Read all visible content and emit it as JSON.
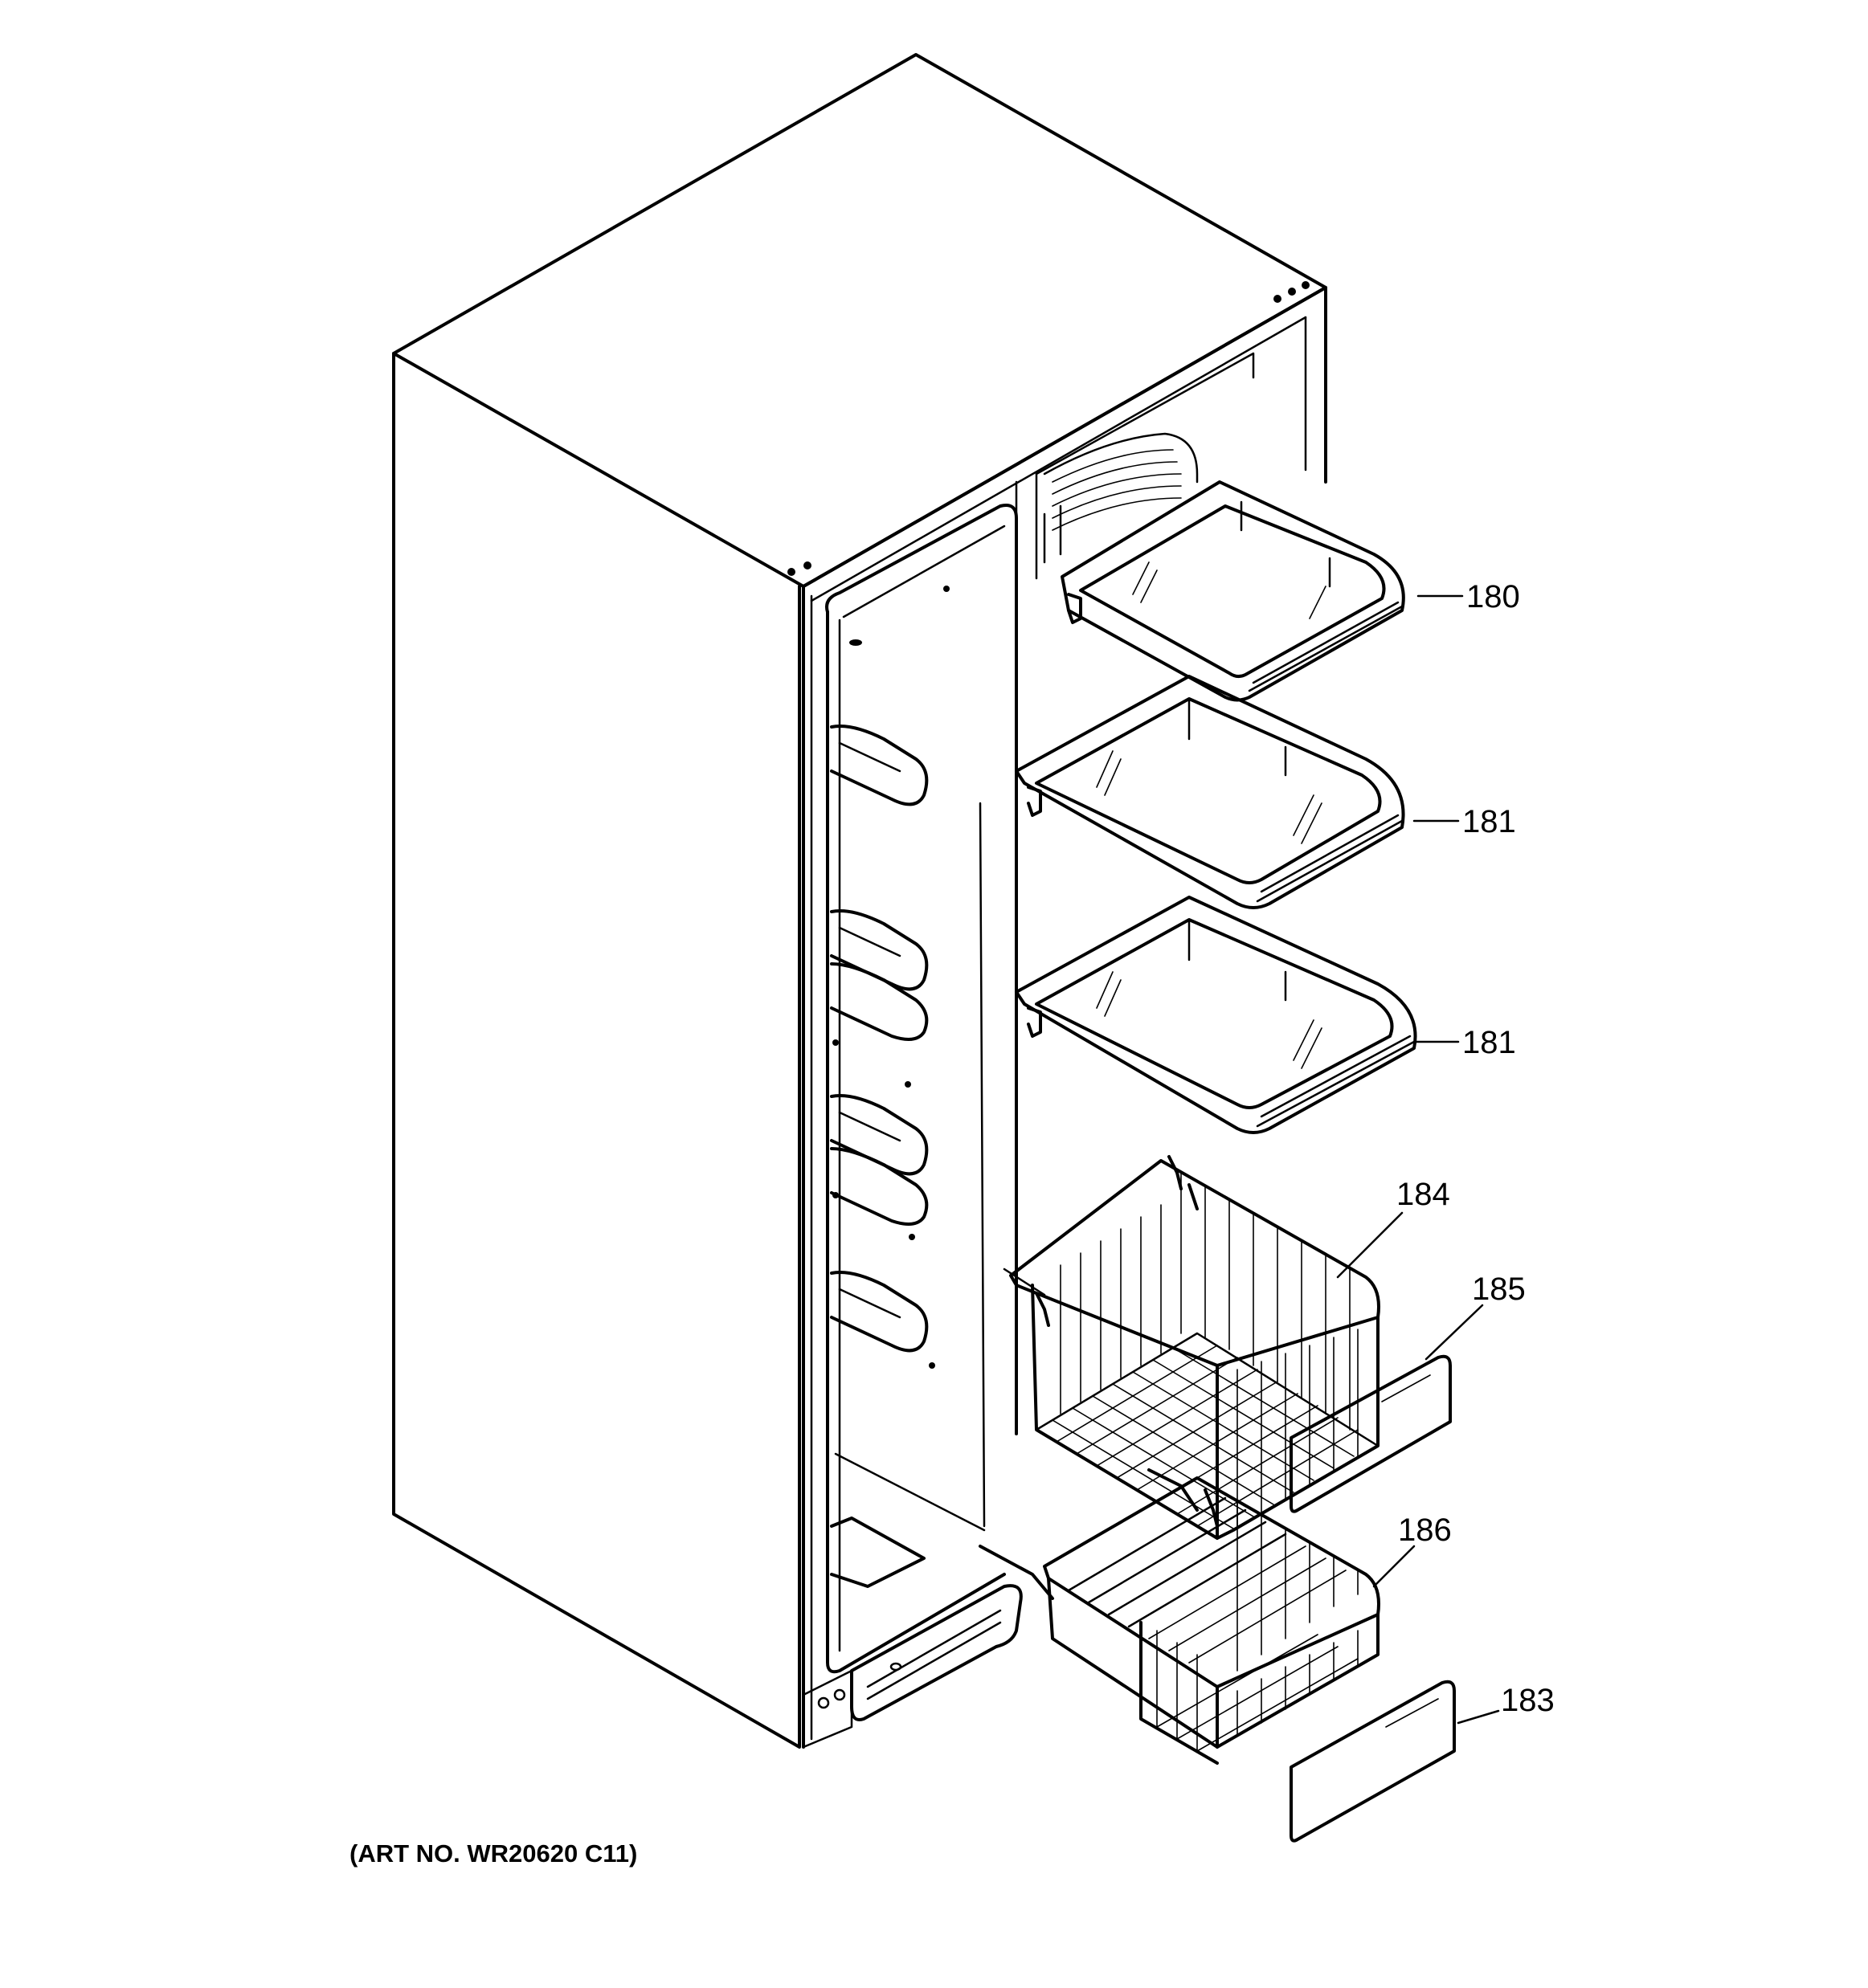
{
  "callouts": [
    {
      "id": "shelf-top",
      "label": "180"
    },
    {
      "id": "shelf-middle",
      "label": "181"
    },
    {
      "id": "shelf-lower",
      "label": "181"
    },
    {
      "id": "basket-upper",
      "label": "184"
    },
    {
      "id": "front-upper",
      "label": "185"
    },
    {
      "id": "basket-lower",
      "label": "186"
    },
    {
      "id": "front-lower",
      "label": "183"
    }
  ],
  "footer": {
    "art_number": "(ART NO. WR20620 C11)"
  }
}
